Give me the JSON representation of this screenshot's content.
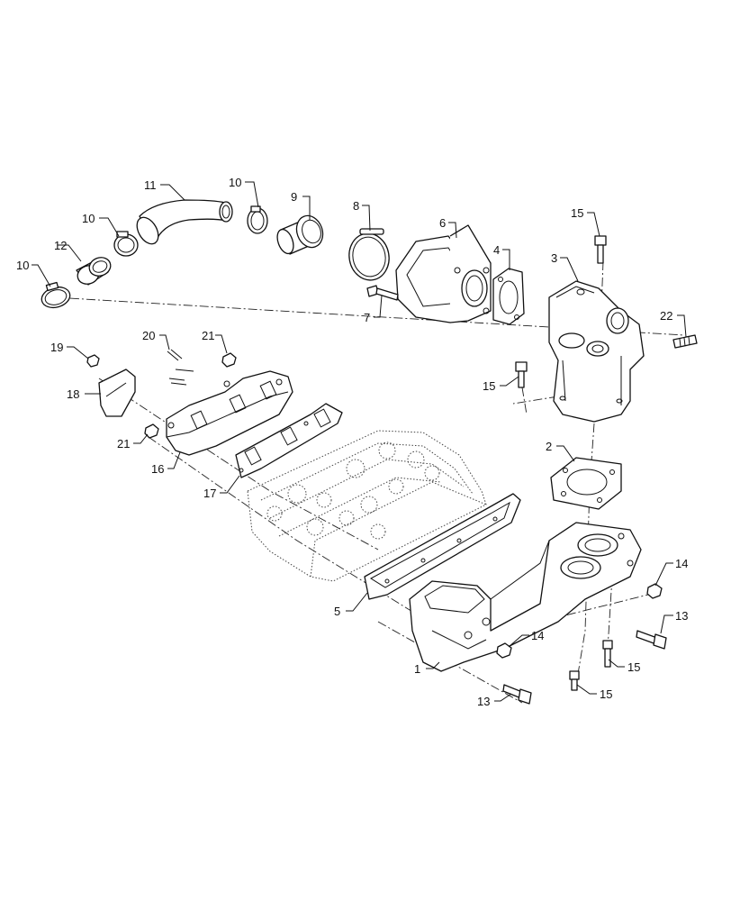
{
  "callouts": {
    "c1": "1",
    "c2": "2",
    "c3": "3",
    "c4": "4",
    "c5": "5",
    "c6": "6",
    "c7": "7",
    "c8": "8",
    "c9": "9",
    "c10a": "10",
    "c10b": "10",
    "c10c": "10",
    "c11": "11",
    "c12": "12",
    "c13a": "13",
    "c13b": "13",
    "c14a": "14",
    "c14b": "14",
    "c15a": "15",
    "c15b": "15",
    "c15c": "15",
    "c15d": "15",
    "c16": "16",
    "c17": "17",
    "c18": "18",
    "c19": "19",
    "c20": "20",
    "c21a": "21",
    "c21b": "21",
    "c22": "22"
  }
}
